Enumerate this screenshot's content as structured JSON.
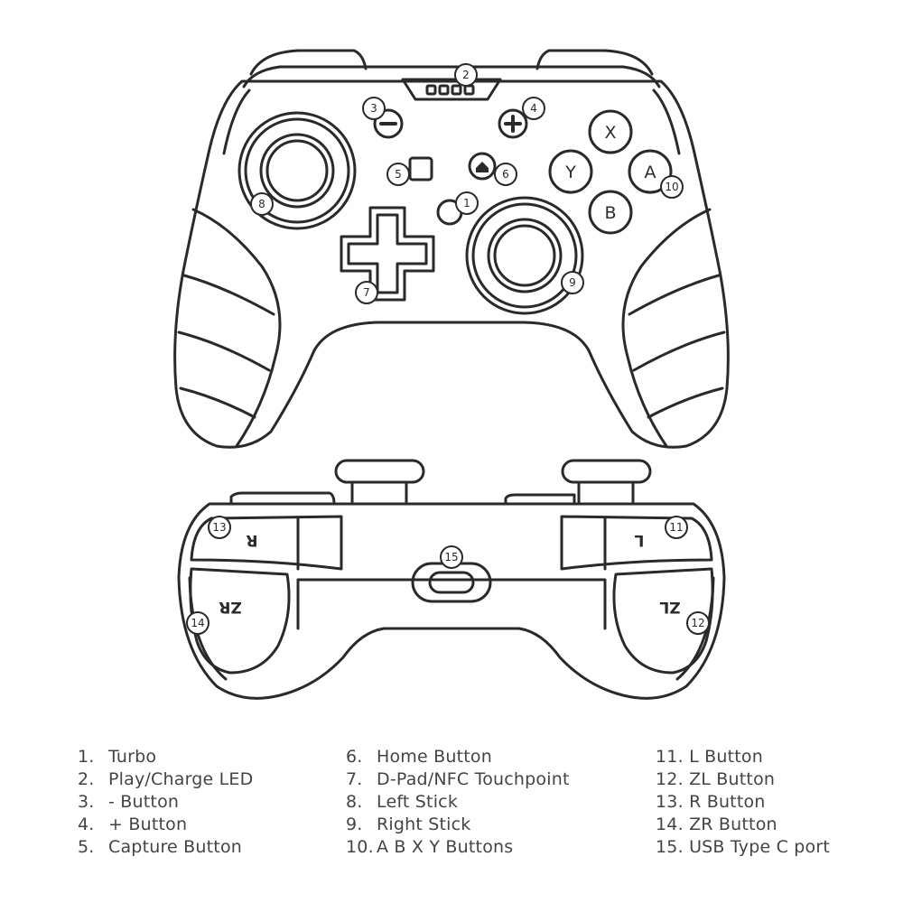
{
  "buttons": {
    "x": "X",
    "y": "Y",
    "a": "A",
    "b": "B",
    "r": "R",
    "l": "L",
    "zr": "ZR",
    "zl": "ZL"
  },
  "callouts": [
    "1",
    "2",
    "3",
    "4",
    "5",
    "6",
    "7",
    "8",
    "9",
    "10",
    "11",
    "12",
    "13",
    "14",
    "15"
  ],
  "legend": [
    [
      {
        "num": "1.",
        "label": "Turbo"
      },
      {
        "num": "2.",
        "label": "Play/Charge LED"
      },
      {
        "num": "3.",
        "label": "- Button"
      },
      {
        "num": "4.",
        "label": "+ Button"
      },
      {
        "num": "5.",
        "label": "Capture Button"
      }
    ],
    [
      {
        "num": "6.",
        "label": "Home Button"
      },
      {
        "num": "7.",
        "label": "D-Pad/NFC Touchpoint"
      },
      {
        "num": "8.",
        "label": "Left Stick"
      },
      {
        "num": "9.",
        "label": "Right Stick"
      },
      {
        "num": "10.",
        "label": "A B X Y Buttons"
      }
    ],
    [
      {
        "num": "11.",
        "label": " L Button"
      },
      {
        "num": "12.",
        "label": " ZL Button"
      },
      {
        "num": "13.",
        "label": " R Button"
      },
      {
        "num": "14.",
        "label": " ZR Button"
      },
      {
        "num": "15.",
        "label": " USB Type C port"
      }
    ]
  ],
  "colors": {
    "stroke": "#2a2a2a",
    "fill": "#ffffff",
    "text": "#444444"
  }
}
